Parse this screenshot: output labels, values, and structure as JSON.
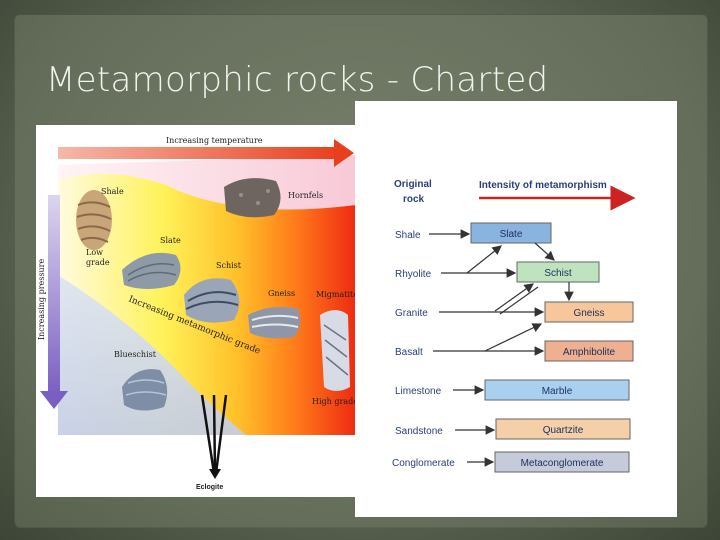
{
  "slide": {
    "title": "Metamorphic rocks - Charted"
  },
  "left_chart": {
    "increasing_temperature": "Increasing temperature",
    "increasing_pressure": "Increasing pressure",
    "increasing_grade": "Increasing metamorphic grade",
    "low_grade": "Low grade",
    "high_grade": "High grade",
    "rocks": {
      "shale": "Shale",
      "slate": "Slate",
      "schist": "Schist",
      "gneiss": "Gneiss",
      "migmatite": "Migmatite",
      "hornfels": "Hornfels",
      "blueschist": "Blueschist",
      "eclogite": "Eclogite"
    }
  },
  "right_chart": {
    "header_original": "Original",
    "header_rock": "rock",
    "header_intensity": "Intensity of metamorphism",
    "originals": [
      "Shale",
      "Rhyolite",
      "Granite",
      "Basalt",
      "Limestone",
      "Sandstone",
      "Conglomerate"
    ],
    "products": [
      "Slate",
      "Schist",
      "Gneiss",
      "Amphibolite",
      "Marble",
      "Quartzite",
      "Metaconglomerate"
    ],
    "colors": {
      "slate": "#8ab4e0",
      "schist": "#bfe2bf",
      "gneiss": "#f7c79b",
      "amphibolite": "#eeb090",
      "marble": "#a9d1ef",
      "quartzite": "#f4cfa8",
      "metaconglomerate": "#c5cbdb",
      "intensity_arrow": "#cc2222"
    }
  }
}
